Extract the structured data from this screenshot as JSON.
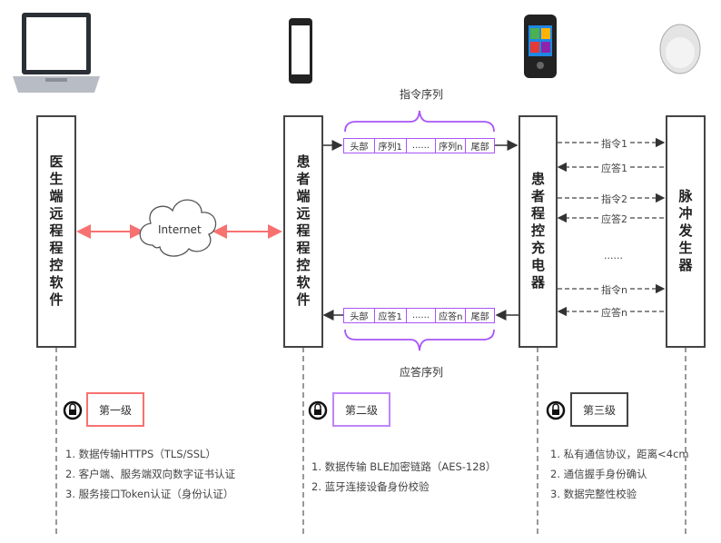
{
  "actors": {
    "doctor": "医生端远程程控软件",
    "patient_software": "患者端远程程控软件",
    "charger": "患者程控充电器",
    "pulse_generator": "脉冲发生器"
  },
  "internet_label": "Internet",
  "command_sequence": {
    "title": "指令序列",
    "cells": [
      "头部",
      "序列1",
      "......",
      "序列n",
      "尾部"
    ]
  },
  "response_sequence": {
    "title": "应答序列",
    "cells": [
      "头部",
      "应答1",
      "......",
      "应答n",
      "尾部"
    ]
  },
  "messages": [
    {
      "label": "指令1",
      "dir": "right"
    },
    {
      "label": "应答1",
      "dir": "left"
    },
    {
      "label": "指令2",
      "dir": "right"
    },
    {
      "label": "应答2",
      "dir": "left"
    },
    {
      "label": "......",
      "dir": "none"
    },
    {
      "label": "指令n",
      "dir": "right"
    },
    {
      "label": "应答n",
      "dir": "left"
    }
  ],
  "levels": [
    {
      "title": "第一级",
      "color": "#f87171",
      "items": [
        "1. 数据传输HTTPS（TLS/SSL）",
        "2. 客户端、服务端双向数字证书认证",
        "3. 服务接口Token认证（身份认证）"
      ]
    },
    {
      "title": "第二级",
      "color": "#c084fc",
      "items": [
        "1. 数据传输 BLE加密链路（AES-128）",
        "2. 蓝牙连接设备身份校验"
      ]
    },
    {
      "title": "第三级",
      "color": "#444444",
      "items": [
        "1. 私有通信协议，距离<4cm",
        "2. 通信握手身份确认",
        "3. 数据完整性校验"
      ]
    }
  ],
  "colors": {
    "internet_arrow": "#f87171",
    "sequence_border": "#a855f7"
  }
}
